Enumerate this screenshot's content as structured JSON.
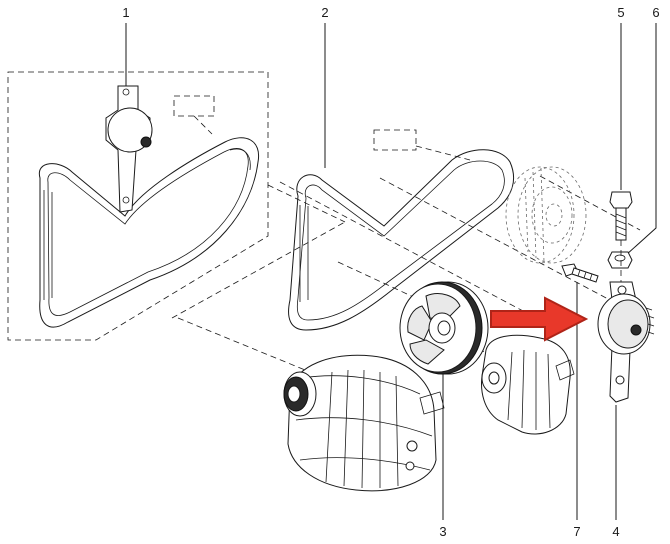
{
  "callouts": [
    {
      "id": "1",
      "label": "1"
    },
    {
      "id": "2",
      "label": "2"
    },
    {
      "id": "3",
      "label": "3"
    },
    {
      "id": "4",
      "label": "4"
    },
    {
      "id": "5",
      "label": "5"
    },
    {
      "id": "6",
      "label": "6"
    },
    {
      "id": "7",
      "label": "7"
    }
  ],
  "colors": {
    "line": "#1a1a1a",
    "arrow_fill": "#e8382a",
    "arrow_stroke": "#b02418",
    "background": "#ffffff"
  }
}
